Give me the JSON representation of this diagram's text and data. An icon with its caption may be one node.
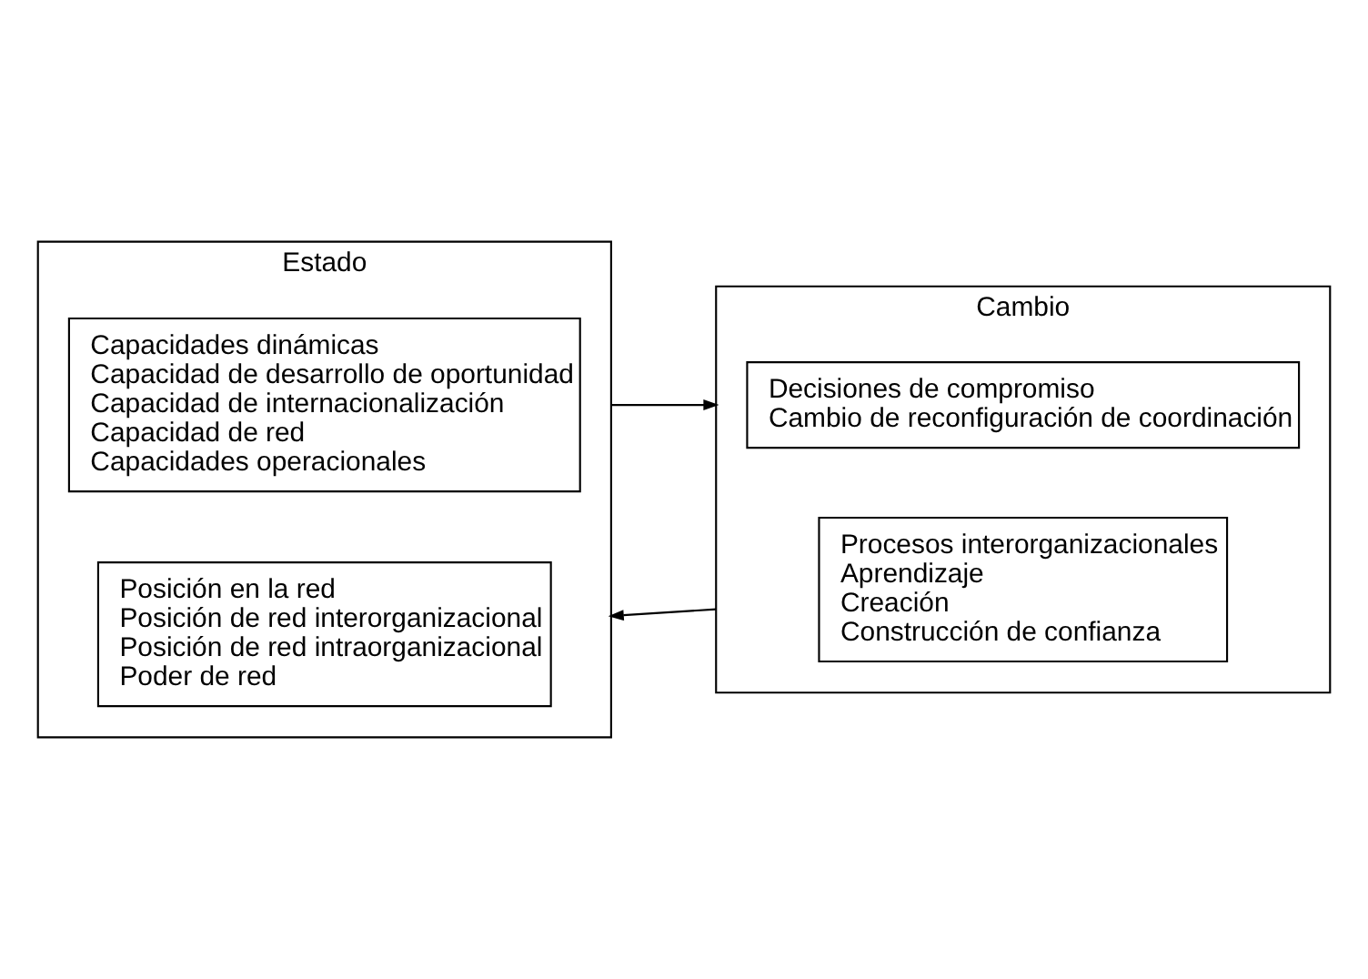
{
  "diagram": {
    "nodes": [
      {
        "text": [
          "Estado"
        ]
      },
      {
        "text": [
          "Capacidades dinámicas",
          "Capacidad de desarrollo de oportunidad",
          "Capacidad de internacionalización",
          "Capacidad de red",
          "Capacidades operacionales"
        ],
        "in": 0
      },
      {
        "text": [
          "Posición en la red",
          "Posición de red interorganizacional",
          "Posición de red intraorganizacional",
          "Poder de red"
        ],
        "in": 0
      },
      {
        "text": [
          "Cambio"
        ]
      },
      {
        "text": [
          "Decisiones de compromiso",
          "Cambio de reconfiguración de coordinación"
        ],
        "in": 3
      },
      {
        "text": [
          "Procesos interorganizacionales",
          "Aprendizaje",
          "Creación",
          "Construcción de confianza"
        ],
        "in": 3
      }
    ],
    "edges": [
      {
        "from": 0,
        "to": 3,
        "arrow": "to"
      },
      {
        "from": 3,
        "to": 0,
        "arrow": "to"
      }
    ]
  }
}
